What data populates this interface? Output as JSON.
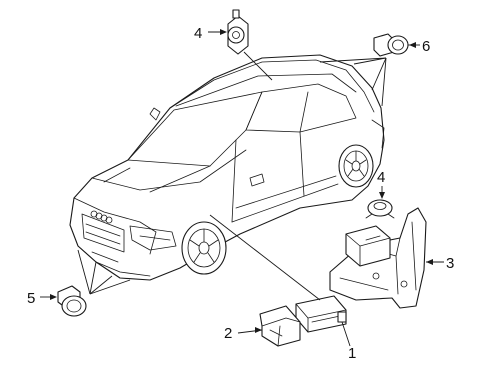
{
  "callouts": [
    {
      "id": "c1",
      "label": "1"
    },
    {
      "id": "c2",
      "label": "2"
    },
    {
      "id": "c3",
      "label": "3"
    },
    {
      "id": "c4a",
      "label": "4"
    },
    {
      "id": "c4b",
      "label": "4"
    },
    {
      "id": "c5",
      "label": "5"
    },
    {
      "id": "c6",
      "label": "6"
    }
  ],
  "parts": [
    {
      "name": "control-module"
    },
    {
      "name": "mounting-bracket"
    },
    {
      "name": "module-carrier-bracket"
    },
    {
      "name": "alarm-horn"
    },
    {
      "name": "front-parking-sensor"
    },
    {
      "name": "rear-parking-sensor"
    }
  ]
}
